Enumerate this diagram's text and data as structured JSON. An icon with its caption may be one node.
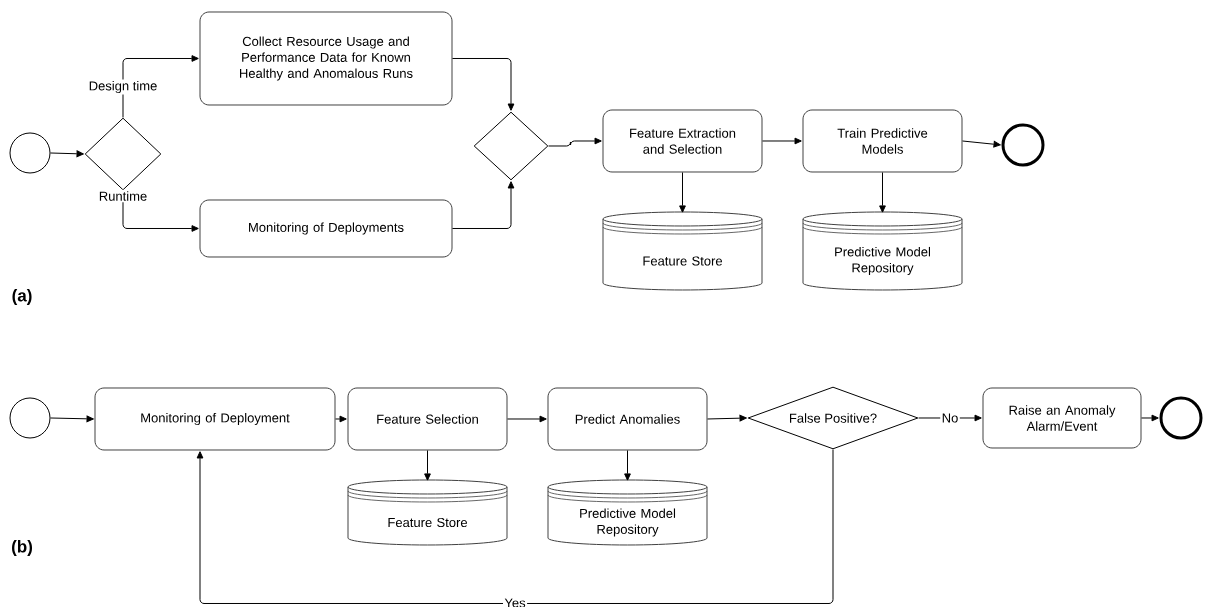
{
  "diagram": {
    "nodes": [
      {
        "text": [],
        "shape": "circle"
      },
      {
        "text": [],
        "shape": "diamond"
      },
      {
        "text": [
          "Collect Resource Usage and Performance Data for Known Healthy and Anomalous Runs"
        ]
      },
      {
        "text": [
          "Monitoring of Deployments"
        ]
      },
      {
        "text": [],
        "shape": "diamond"
      },
      {
        "text": [
          "Feature Extraction and Selection"
        ]
      },
      {
        "text": [
          "Train Predictive Models"
        ]
      },
      {
        "text": [],
        "shape": "circle"
      },
      {
        "text": [
          "Feature Store"
        ]
      },
      {
        "text": [
          "Predictive Model Repository"
        ]
      },
      {
        "text": [],
        "shape": "circle"
      },
      {
        "text": [
          "Monitoring of Deployment"
        ]
      },
      {
        "text": [
          "Feature Selection"
        ]
      },
      {
        "text": [
          "Predict Anomalies"
        ]
      },
      {
        "text": [
          "False Positive?"
        ]
      },
      {
        "text": [
          "Raise an Anomaly Alarm/Event"
        ]
      },
      {
        "text": [],
        "shape": "circle"
      },
      {
        "text": [
          "Feature Store"
        ]
      },
      {
        "text": [
          "Predictive Model Repository"
        ]
      }
    ],
    "edges": [
      {
        "from": 0,
        "to": 1,
        "arrow": "to"
      },
      {
        "from": 1,
        "to": 2,
        "arrow": "to",
        "label": "Design time"
      },
      {
        "from": 1,
        "to": 3,
        "arrow": "to",
        "label": "Runtime"
      },
      {
        "from": 2,
        "to": 4,
        "arrow": "to"
      },
      {
        "from": 3,
        "to": 4,
        "arrow": "to"
      },
      {
        "from": 4,
        "to": 5,
        "arrow": "to"
      },
      {
        "from": 5,
        "to": 6,
        "arrow": "to"
      },
      {
        "from": 6,
        "to": 7,
        "arrow": "to"
      },
      {
        "from": 5,
        "to": 8,
        "arrow": "to"
      },
      {
        "from": 6,
        "to": 9,
        "arrow": "to"
      },
      {
        "from": 10,
        "to": 11,
        "arrow": "to"
      },
      {
        "from": 11,
        "to": 12,
        "arrow": "to"
      },
      {
        "from": 12,
        "to": 13,
        "arrow": "to"
      },
      {
        "from": 13,
        "to": 14,
        "arrow": "to"
      },
      {
        "from": 14,
        "to": 15,
        "arrow": "to",
        "label": "No"
      },
      {
        "from": 15,
        "to": 16,
        "arrow": "to"
      },
      {
        "from": 12,
        "to": 17,
        "arrow": "to"
      },
      {
        "from": 13,
        "to": 18,
        "arrow": "to"
      },
      {
        "from": 14,
        "to": 11,
        "arrow": "to",
        "label": "Yes"
      }
    ],
    "labels": [
      "(a)",
      "(b)"
    ]
  }
}
